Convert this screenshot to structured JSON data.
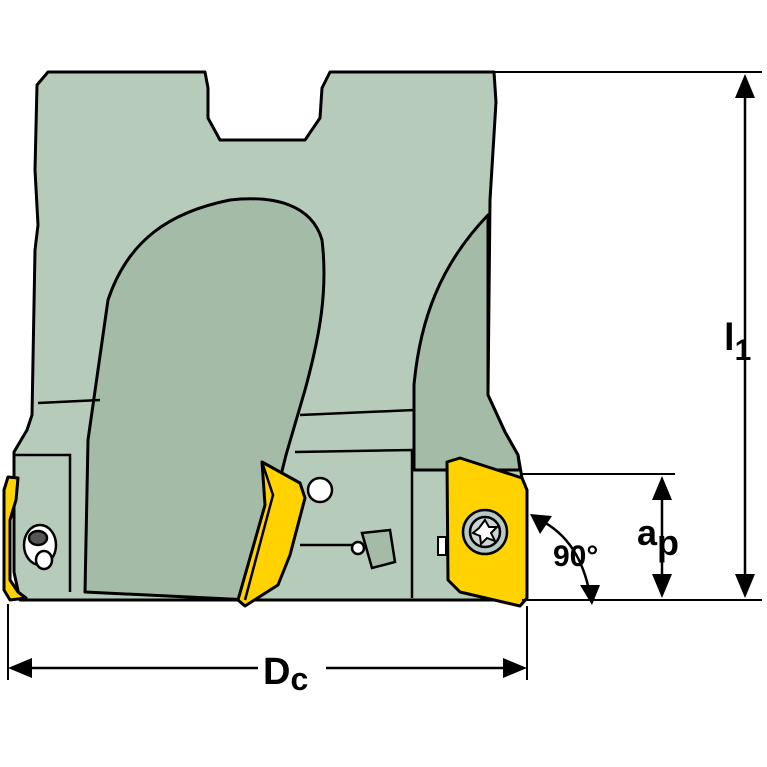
{
  "labels": {
    "overall_length": {
      "main": "l",
      "sub": "1"
    },
    "cutting_depth": {
      "main": "a",
      "sub": "p"
    },
    "diameter": {
      "main": "D",
      "sub": "c"
    },
    "entering_angle": "90°"
  },
  "colors": {
    "body": "#B6CBB9",
    "body_shade": "#A4BBA7",
    "insert": "#FFD200",
    "outline": "#000000",
    "background": "#FFFFFF"
  }
}
